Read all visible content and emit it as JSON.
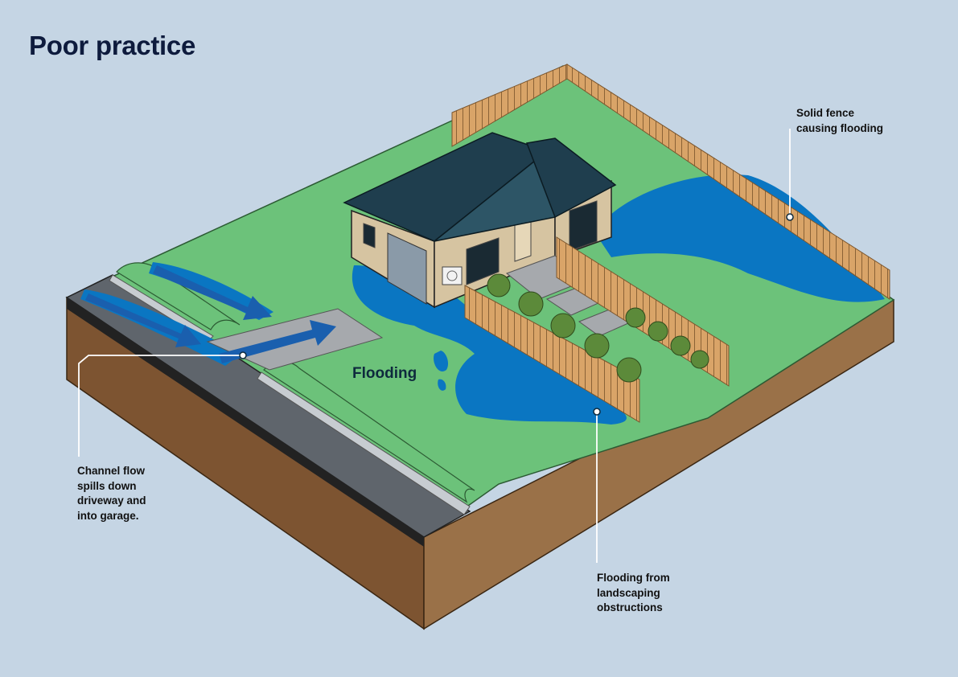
{
  "title": "Poor practice",
  "flooding_label": "Flooding",
  "callouts": {
    "fence": [
      "Solid fence",
      "causing flooding"
    ],
    "channel": [
      "Channel flow",
      "spills down",
      "driveway and",
      "into garage."
    ],
    "landscape": [
      "Flooding from",
      "landscaping",
      "obstructions"
    ]
  },
  "colors": {
    "background": "#c5d5e4",
    "grass": "#6cc27a",
    "water": "#0a76c2",
    "soil_front": "#9a7148",
    "soil_side": "#7d5431",
    "road": "#5f656c",
    "fence": "#d9a468",
    "roof": "#1f3e4e",
    "wall": "#d6c4a1",
    "shrub": "#5c8a3a"
  }
}
